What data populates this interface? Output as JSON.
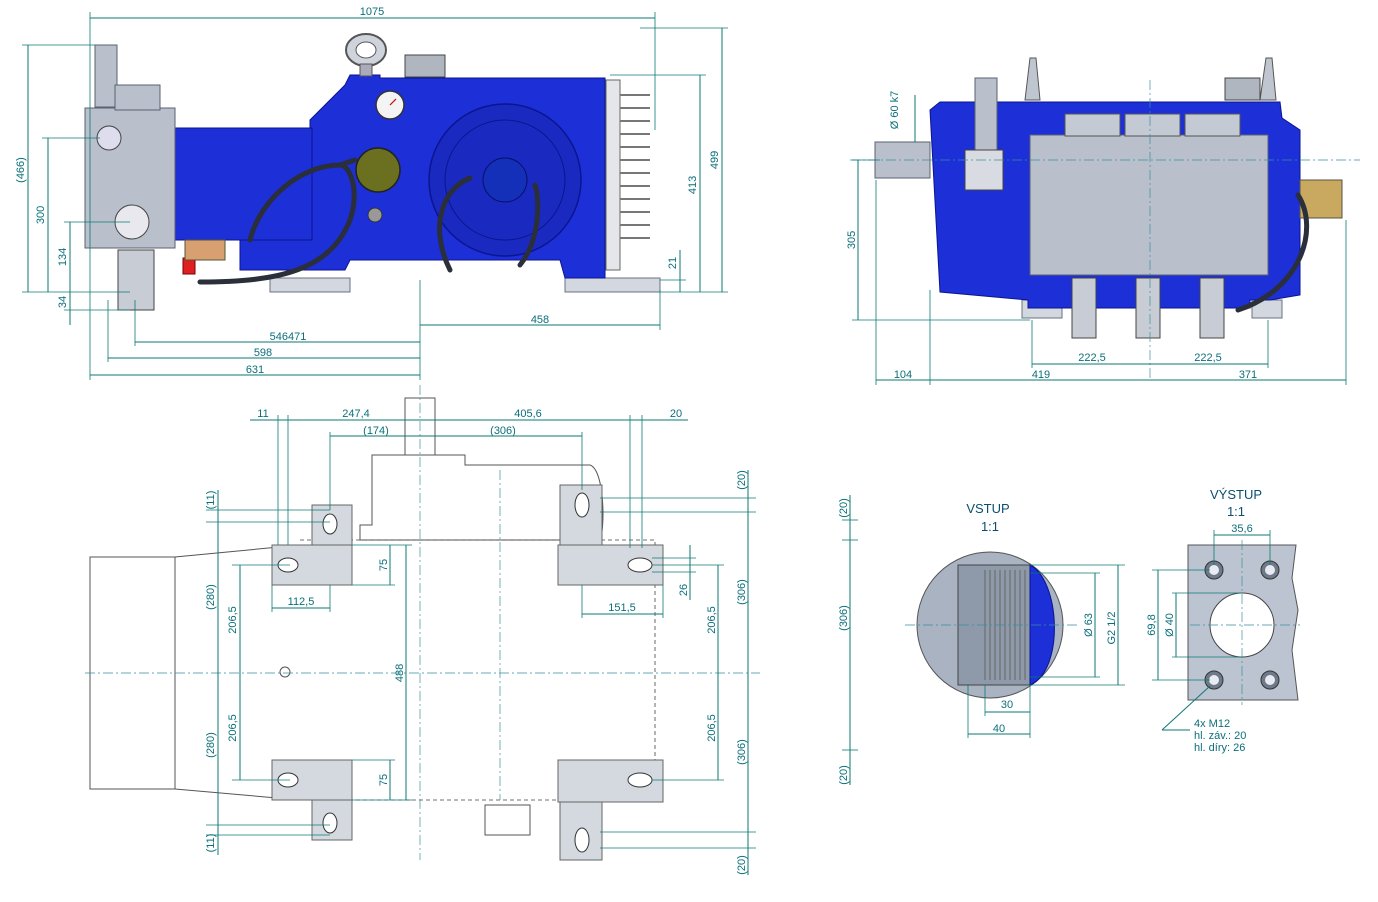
{
  "views": {
    "side": {
      "dims": {
        "overall_length": "1075",
        "total_height": "(466)",
        "height_300": "300",
        "height_134": "134",
        "height_34": "34",
        "height_499": "499",
        "height_413": "413",
        "height_21": "21",
        "len_546471": "546471",
        "len_598": "598",
        "len_631": "631",
        "len_458": "458"
      }
    },
    "end": {
      "dims": {
        "shaft_dia": "Ø 60 k7",
        "shaft_height": "305",
        "offset_104": "104",
        "width_419": "419",
        "width_371": "371",
        "pitch_left": "222,5",
        "pitch_right": "222,5"
      }
    },
    "plan": {
      "dims": {
        "d11": "11",
        "d247": "247,4",
        "d405": "405,6",
        "d20": "20",
        "d174": "(174)",
        "d306": "(306)",
        "d11_upper": "(11)",
        "d11_lower": "(11)",
        "d20_upper": "(20)",
        "d20_lower": "(20)",
        "d280_upper": "(280)",
        "d280_lower": "(280)",
        "d2065_a": "206,5",
        "d2065_b": "206,5",
        "d2065_c": "206,5",
        "d2065_d": "206,5",
        "d75_upper": "75",
        "d75_lower": "75",
        "d488": "488",
        "d1125": "112,5",
        "d1515": "151,5",
        "d26": "26",
        "d306_right_upper": "(306)",
        "d306_right_lower": "(306)"
      }
    },
    "fragment": {
      "dims": {
        "top": "(20)",
        "mid": "(306)",
        "bottom": "(20)"
      }
    },
    "inlet": {
      "title": "VSTUP",
      "scale": "1:1",
      "dims": {
        "dia63": "Ø 63",
        "thread": "G2 1/2",
        "depth30": "30",
        "width40": "40"
      }
    },
    "outlet": {
      "title": "VÝSTUP",
      "scale": "1:1",
      "dims": {
        "pitch_x": "35,6",
        "pitch_y": "69,8",
        "bore": "Ø 40"
      },
      "note": {
        "line1": "4x M12",
        "line2": "hl. záv.: 20",
        "line3": "hl. díry: 26"
      }
    }
  },
  "colors": {
    "body_blue": "#1d2fd6",
    "dimension": "#0b7a74",
    "grey_metal": "#b9c0cc"
  }
}
